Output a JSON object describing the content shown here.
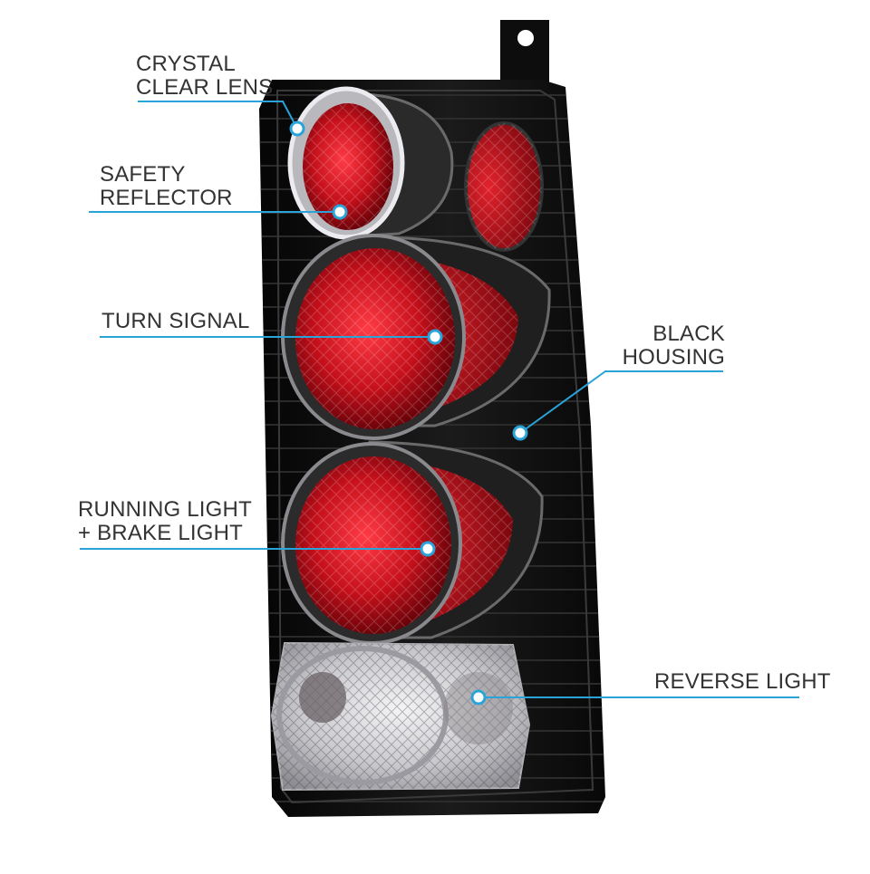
{
  "colors": {
    "accent": "#2aa3d8",
    "housing": "#111111",
    "lens_red": "#c0101a",
    "clear_lens": "#d9d9dc"
  },
  "callouts": [
    {
      "id": "crystal-clear-lens",
      "lines": [
        "CRYSTAL",
        "CLEAR LENS"
      ]
    },
    {
      "id": "safety-reflector",
      "lines": [
        "SAFETY",
        "REFLECTOR"
      ]
    },
    {
      "id": "turn-signal",
      "lines": [
        "TURN SIGNAL"
      ]
    },
    {
      "id": "black-housing",
      "lines": [
        "BLACK",
        "HOUSING"
      ]
    },
    {
      "id": "running-brake-light",
      "lines": [
        "RUNNING LIGHT",
        "+ BRAKE LIGHT"
      ]
    },
    {
      "id": "reverse-light",
      "lines": [
        "REVERSE LIGHT"
      ]
    }
  ]
}
